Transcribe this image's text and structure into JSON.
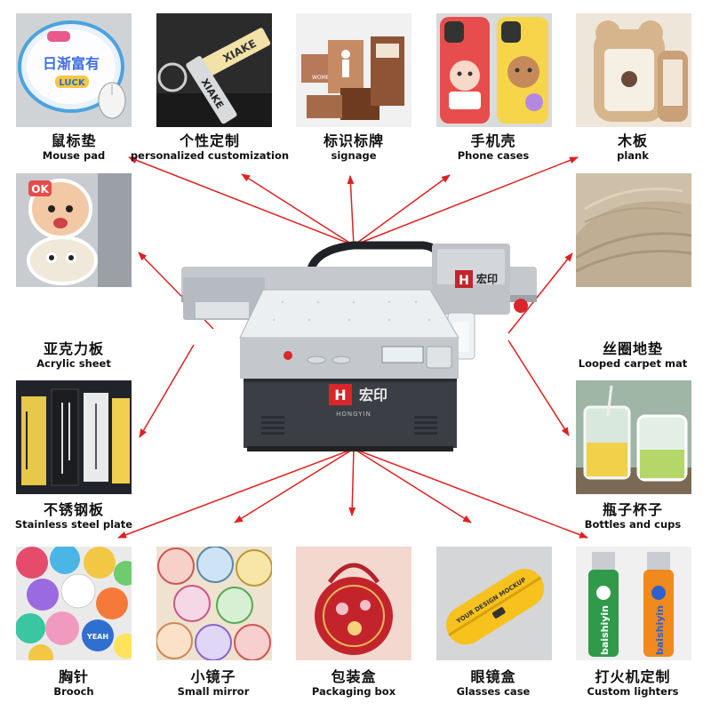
{
  "brand": {
    "name_zh": "宏印",
    "name_en": "HONGYIN",
    "accent": "#d9262b"
  },
  "colors": {
    "arrow": "#e02020",
    "printer_body": "#b9bdc2",
    "printer_dark": "#3d4147"
  },
  "products": [
    {
      "id": "mouse-pad",
      "zh": "鼠标垫",
      "en": "Mouse pad",
      "print": "日渐富有",
      "sub": "LUCK"
    },
    {
      "id": "customization",
      "zh": "个性定制",
      "en": "personalized customization",
      "print": "XIAKE"
    },
    {
      "id": "signage",
      "zh": "标识标牌",
      "en": "signage",
      "print": "WOMEN"
    },
    {
      "id": "phone-cases",
      "zh": "手机壳",
      "en": "Phone cases"
    },
    {
      "id": "plank",
      "zh": "木板",
      "en": "plank"
    },
    {
      "id": "acrylic",
      "zh": "亚克力板",
      "en": "Acrylic sheet",
      "print": "OK"
    },
    {
      "id": "carpet",
      "zh": "丝圈地垫",
      "en": "Looped carpet mat"
    },
    {
      "id": "steel",
      "zh": "不锈钢板",
      "en": "Stainless steel plate"
    },
    {
      "id": "bottles",
      "zh": "瓶子杯子",
      "en": "Bottles and cups"
    },
    {
      "id": "brooch",
      "zh": "胸针",
      "en": "Brooch",
      "print": "YEAH"
    },
    {
      "id": "mirror",
      "zh": "小镜子",
      "en": "Small mirror"
    },
    {
      "id": "packaging",
      "zh": "包装盒",
      "en": "Packaging box"
    },
    {
      "id": "glasses",
      "zh": "眼镜盒",
      "en": "Glasses case",
      "print": "YOUR DESIGN MOCKUP"
    },
    {
      "id": "lighters",
      "zh": "打火机定制",
      "en": "Custom lighters",
      "print": "baishiyin"
    }
  ]
}
